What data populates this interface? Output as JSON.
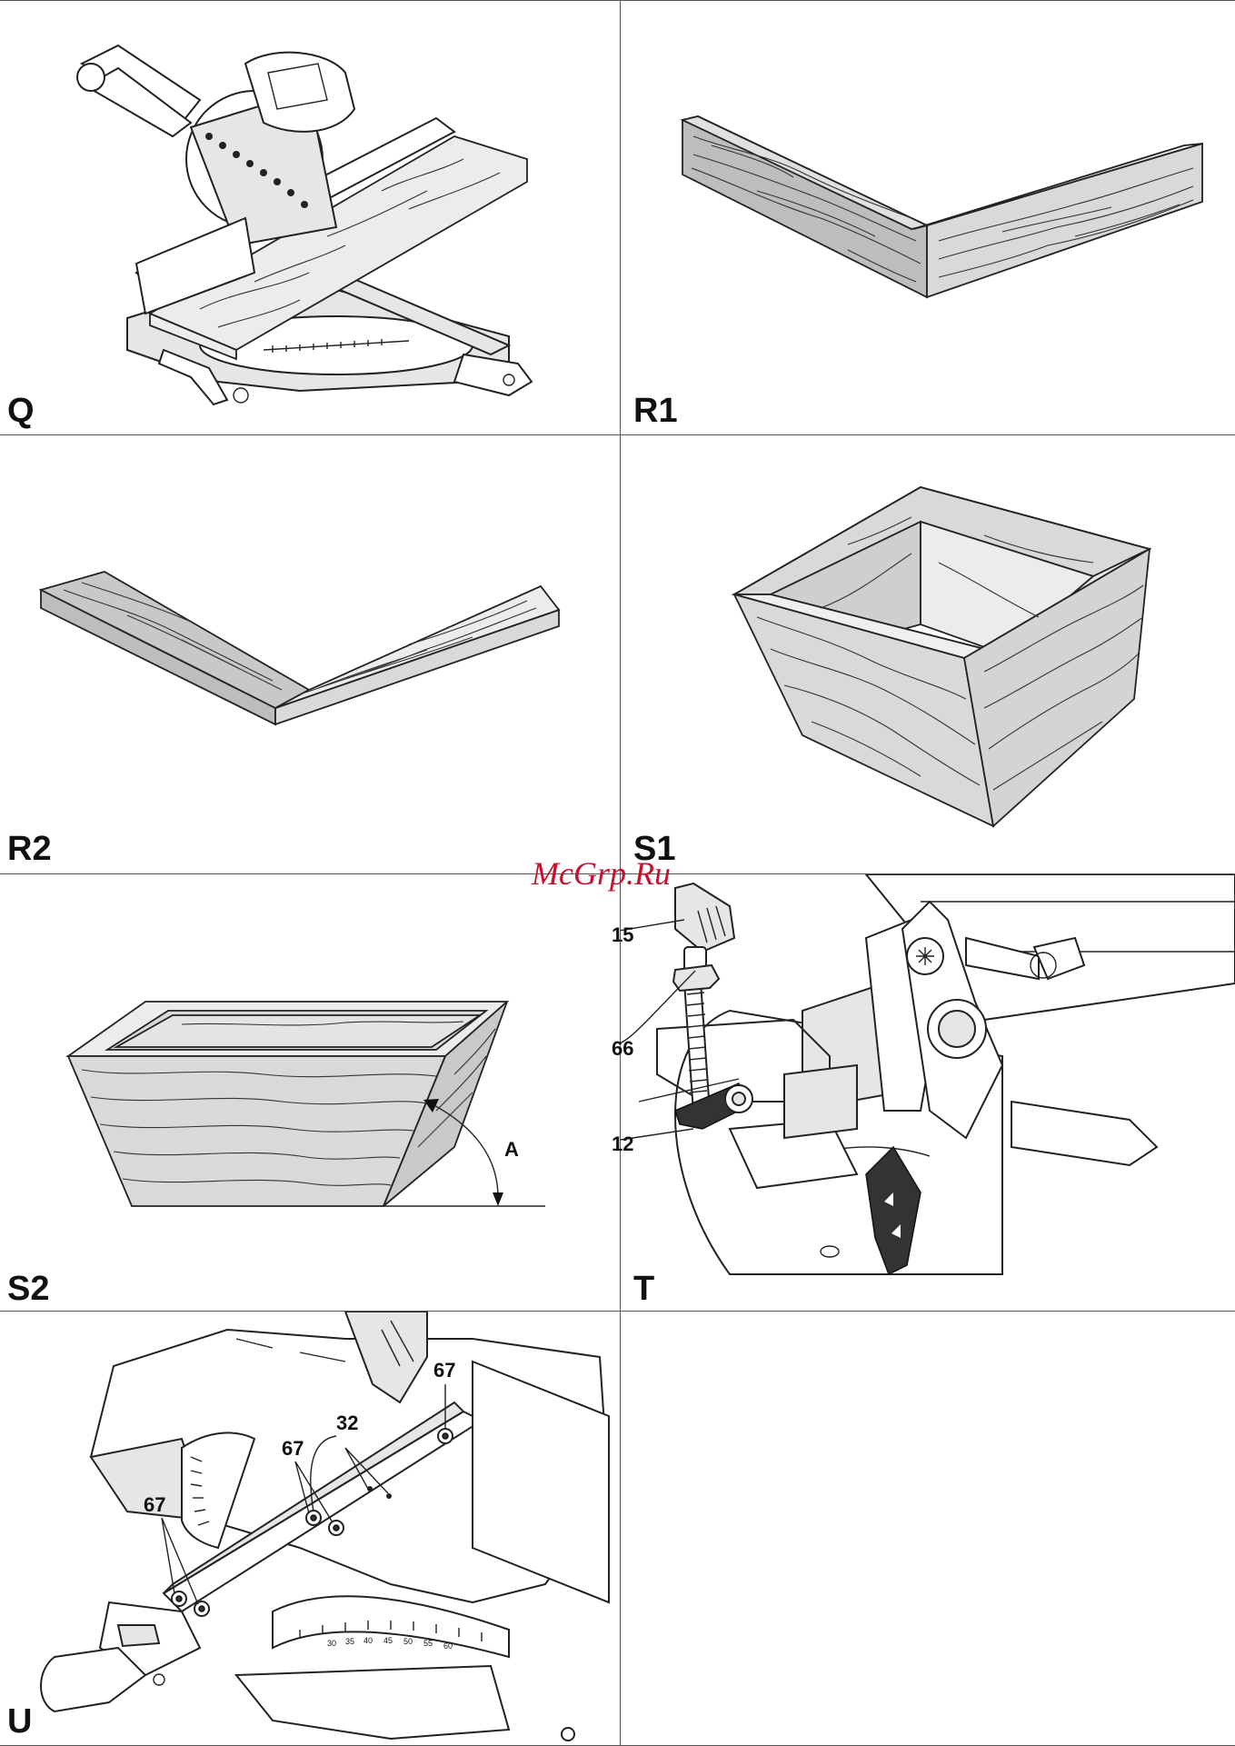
{
  "panels": {
    "q": {
      "label": "Q"
    },
    "r1": {
      "label": "R1"
    },
    "r2": {
      "label": "R2"
    },
    "s1": {
      "label": "S1"
    },
    "s2": {
      "label": "S2",
      "angle_label": "A"
    },
    "t": {
      "label": "T",
      "callouts": [
        "15",
        "66",
        "12"
      ]
    },
    "u": {
      "label": "U",
      "callouts": [
        "67",
        "32",
        "67",
        "67"
      ],
      "scale_numbers": [
        "30",
        "35",
        "40",
        "45",
        "50",
        "55",
        "60"
      ]
    }
  },
  "watermark": {
    "text": "McGrp.Ru"
  },
  "colors": {
    "rule": "#555555",
    "wood_fill": "#d9d9d9",
    "watermark": "#c8102e"
  }
}
